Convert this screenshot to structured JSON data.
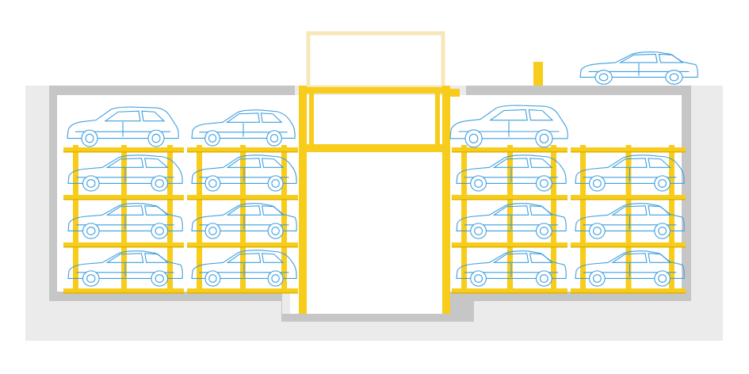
{
  "diagram": {
    "type": "automated-parking-system-cross-section",
    "colors": {
      "ground": "#ebebeb",
      "wall": "#c6c6c6",
      "interior": "#ffffff",
      "steel": "#f7cc1a",
      "steel_dark": "#e0b200",
      "steel_faded": "#f5e7b8",
      "car_stroke": "#3d9fe0"
    },
    "racks": [
      {
        "name": "left-outer",
        "levels": 3,
        "columns": 3
      },
      {
        "name": "left-inner",
        "levels": 3,
        "columns": 3
      },
      {
        "name": "right-inner",
        "levels": 3,
        "columns": 3
      },
      {
        "name": "right-outer",
        "levels": 3,
        "columns": 3
      }
    ],
    "parked_car_count": 15,
    "street_car_count": 1
  }
}
